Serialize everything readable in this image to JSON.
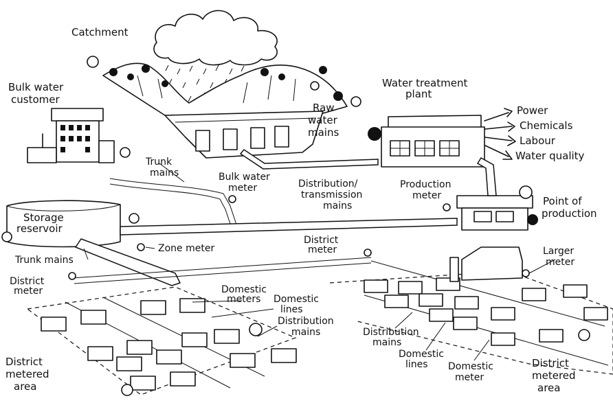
{
  "labels": {
    "catchment": "Catchment",
    "bulk_water_customer": [
      "Bulk water",
      "customer"
    ],
    "water_treatment_plant": [
      "Water treatment",
      "plant"
    ],
    "raw_water_mains": [
      "Raw",
      "water",
      "mains"
    ],
    "trunk_mains_top": [
      "Trunk",
      "mains"
    ],
    "bulk_water_meter": [
      "Bulk water",
      "meter"
    ],
    "distribution_transmission_mains": [
      "Distribution/",
      "transmission",
      "mains"
    ],
    "production_meter": [
      "Production",
      "meter"
    ],
    "point_of_production": [
      "Point of",
      "production"
    ],
    "storage_reservoir": [
      "Storage",
      "reservoir"
    ],
    "zone_meter": "Zone meter",
    "trunk_mains_left": "Trunk mains",
    "district_meter_top": [
      "District",
      "meter"
    ],
    "district_meter_left": [
      "District",
      "meter"
    ],
    "larger_meter": [
      "Larger",
      "meter"
    ],
    "domestic_meters": [
      "Domestic",
      "meters"
    ],
    "domestic_lines_left": [
      "Domestic",
      "lines"
    ],
    "distribution_mains_left": [
      "Distribution",
      "mains"
    ],
    "district_metered_area_left": [
      "District",
      "metered",
      "area"
    ],
    "distribution_mains_right": [
      "Distribution",
      "mains"
    ],
    "domestic_lines_right": [
      "Domestic",
      "lines"
    ],
    "domestic_meter_right": [
      "Domestic",
      "meter"
    ],
    "district_metered_area_right": [
      "District",
      "metered",
      "area"
    ]
  },
  "inputs": [
    "Power",
    "Chemicals",
    "Labour",
    "Water quality"
  ]
}
